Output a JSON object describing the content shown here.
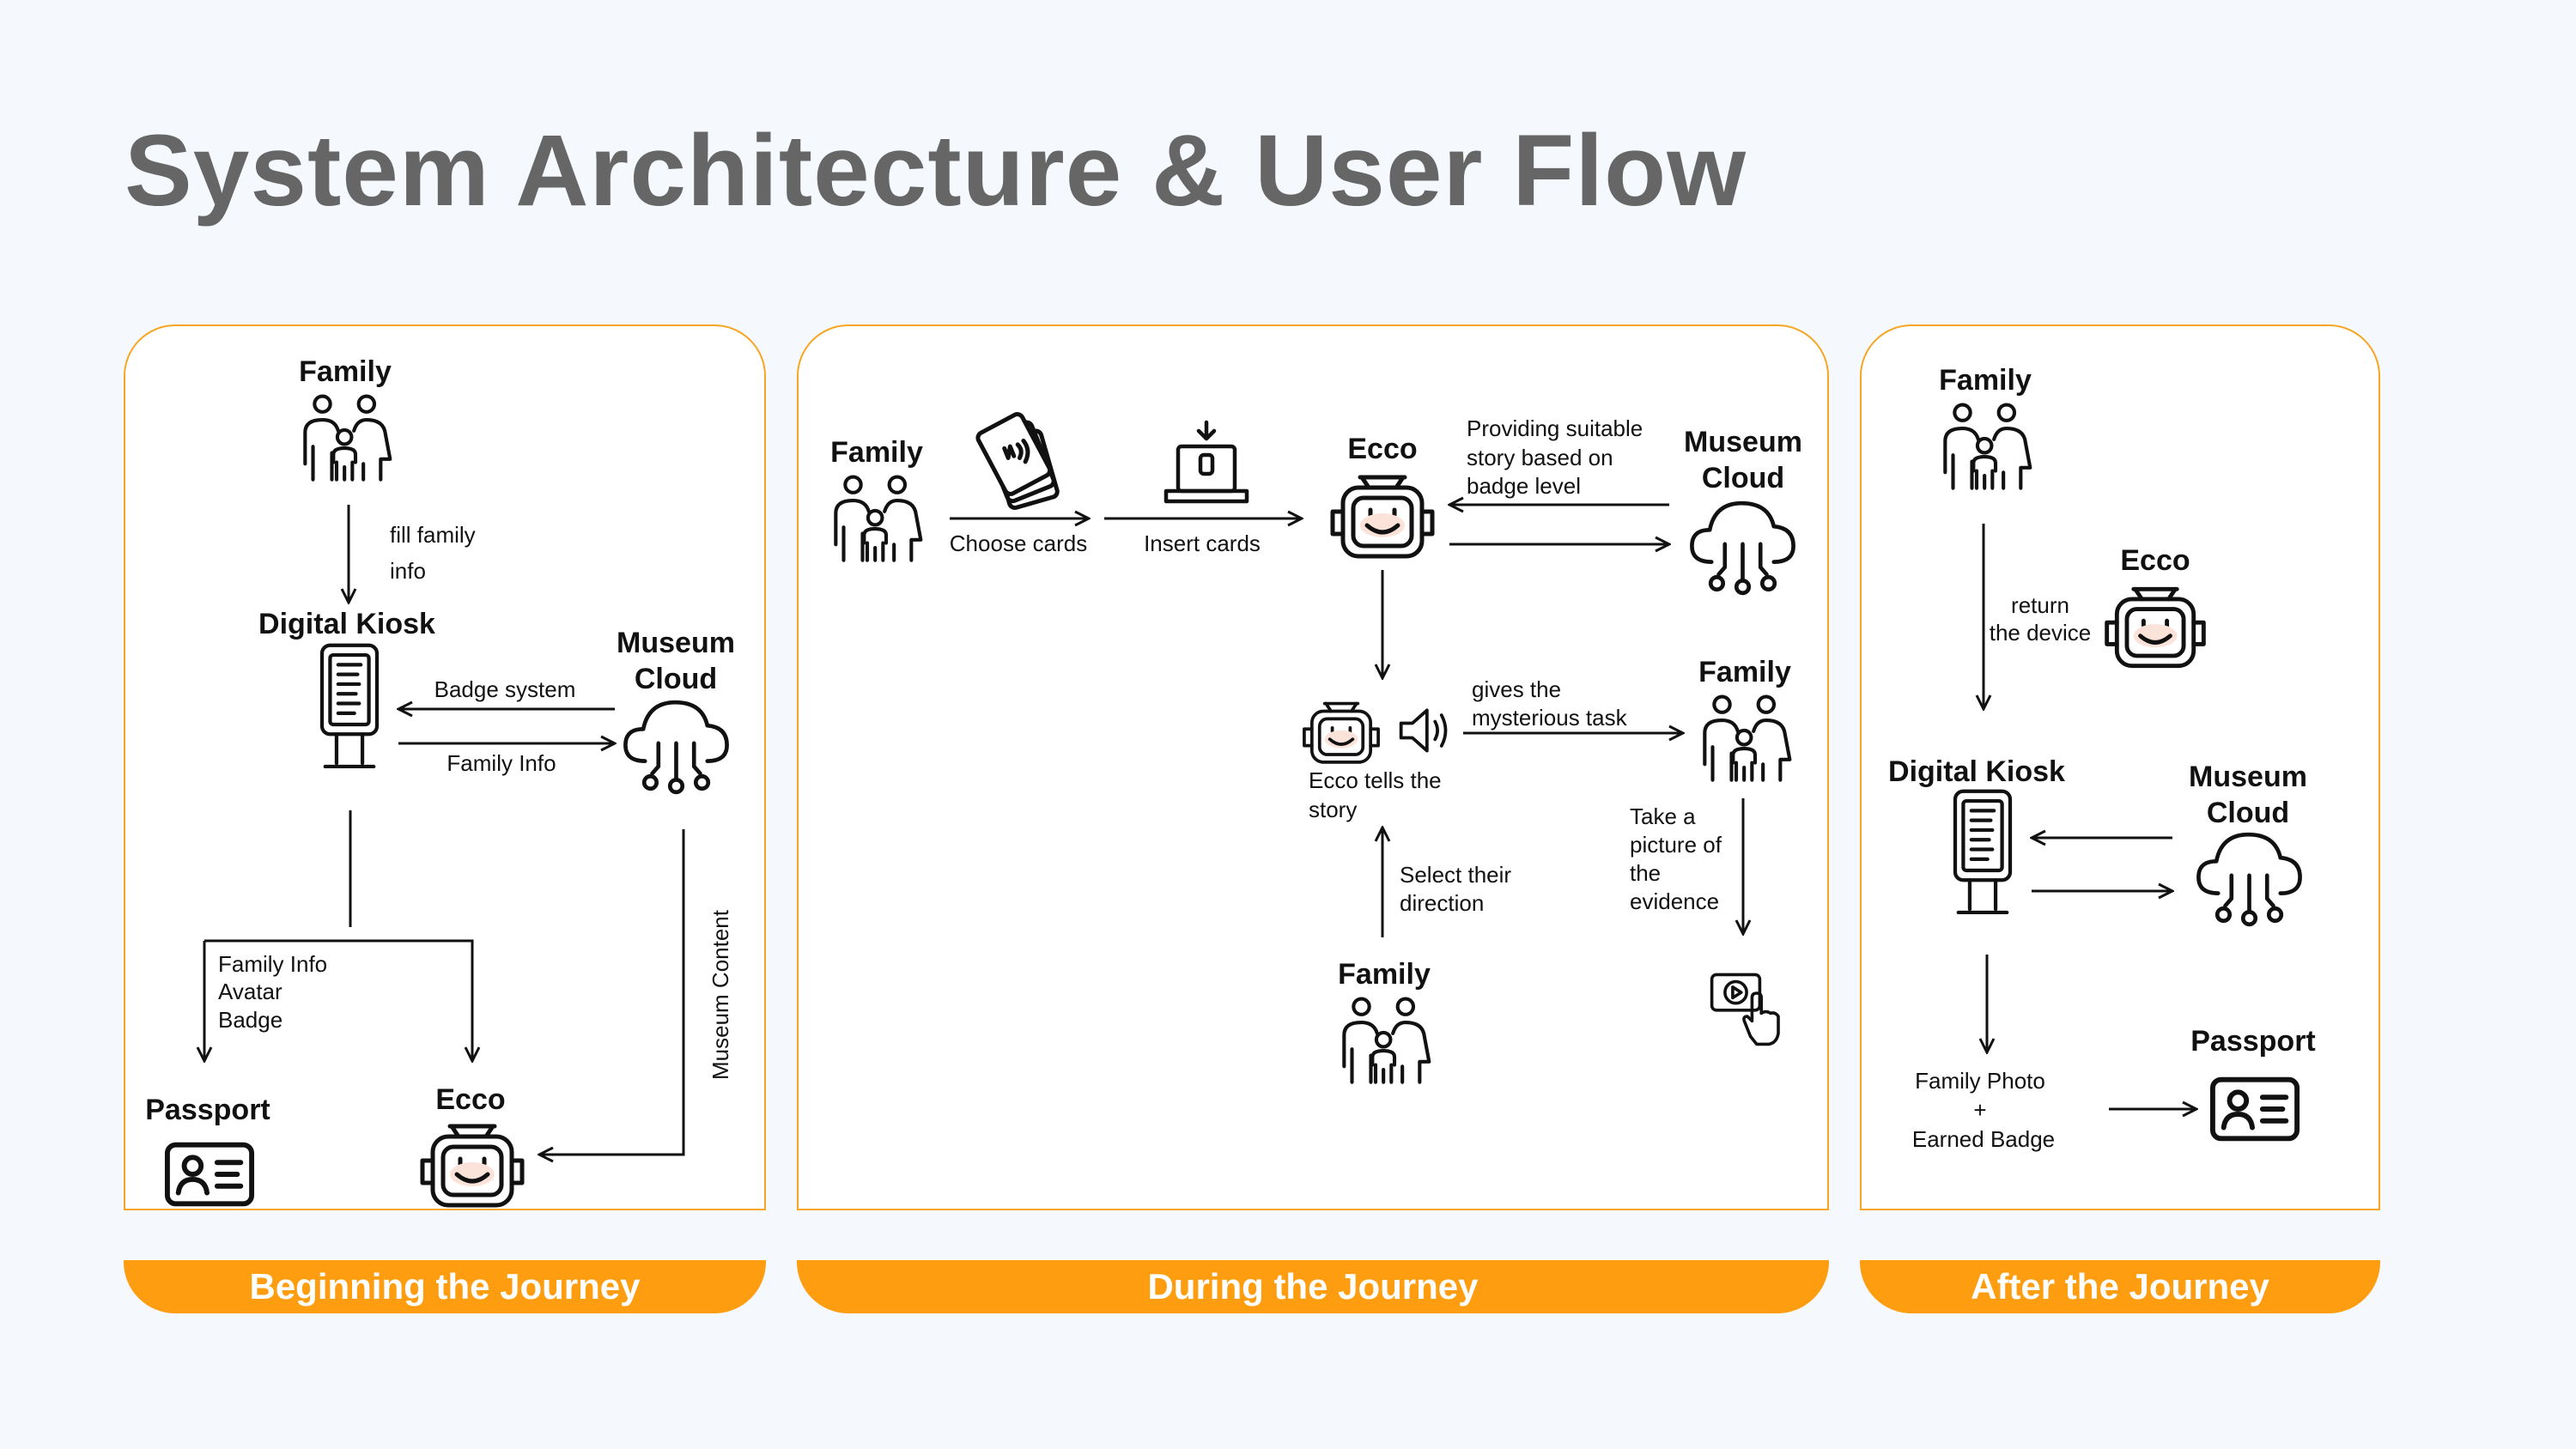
{
  "title": "System Architecture & User Flow",
  "sections": [
    {
      "name": "Beginning the Journey"
    },
    {
      "name": "During the Journey"
    },
    {
      "name": "After the Journey"
    }
  ],
  "colors": {
    "accent": "#ff9d10",
    "panel_border": "#f6a623",
    "title": "#666666",
    "background": "#f5f9fd"
  },
  "icons": [
    "family-icon",
    "kiosk-icon",
    "cloud-icon",
    "passport-icon",
    "robot-icon",
    "cards-icon",
    "insert-device-icon",
    "speaker-icon",
    "video-touch-icon"
  ],
  "beginning": {
    "family": "Family",
    "fill_family": "fill family",
    "info": "info",
    "kiosk": "Digital Kiosk",
    "cloud_line1": "Museum",
    "cloud_line2": "Cloud",
    "badge_system": "Badge system",
    "family_info_arrow": "Family Info",
    "list_line1": "Family Info",
    "list_line2": "Avatar",
    "list_line3": "Badge",
    "passport": "Passport",
    "ecco": "Ecco",
    "museum_content": "Museum Content"
  },
  "during": {
    "family_top": "Family",
    "choose_cards": "Choose cards",
    "insert_cards": "Insert cards",
    "ecco": "Ecco",
    "provide_line1": "Providing suitable",
    "provide_line2": "story based on",
    "provide_line3": "badge level",
    "cloud_line1": "Museum",
    "cloud_line2": "Cloud",
    "tells_line1": "Ecco tells the",
    "tells_line2": "story",
    "task_line1": "gives the",
    "task_line2": "mysterious task",
    "family_right": "Family",
    "pic_line1": "Take a",
    "pic_line2": "picture of",
    "pic_line3": "the",
    "pic_line4": "evidence",
    "select_line1": "Select their",
    "select_line2": "direction",
    "family_bottom": "Family"
  },
  "after": {
    "family": "Family",
    "ecco": "Ecco",
    "return_line1": "return",
    "return_line2": "the device",
    "kiosk": "Digital Kiosk",
    "cloud_line1": "Museum",
    "cloud_line2": "Cloud",
    "passport": "Passport",
    "photo_line1": "Family Photo",
    "photo_plus": "+",
    "photo_line3": "Earned Badge"
  }
}
